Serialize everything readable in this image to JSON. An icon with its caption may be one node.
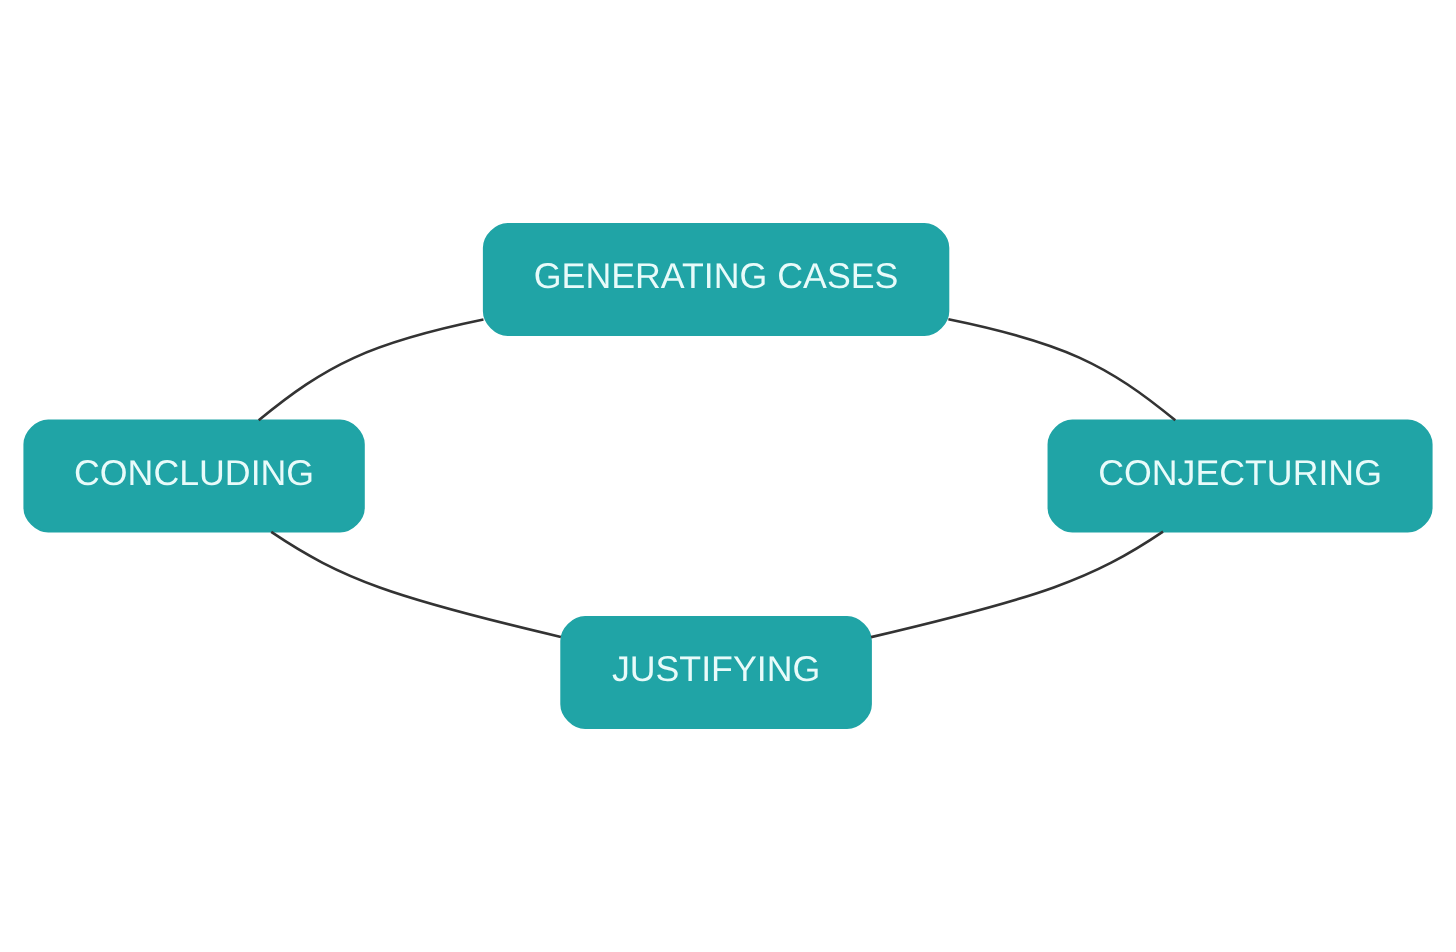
{
  "diagram": {
    "nodes": [
      {
        "text": [
          "GENERATING CASES"
        ]
      },
      {
        "text": [
          "CONJECTURING"
        ]
      },
      {
        "text": [
          "JUSTIFYING"
        ]
      },
      {
        "text": [
          "CONCLUDING"
        ]
      }
    ],
    "edges": [
      {
        "from": 0,
        "to": 1,
        "arrow": "none"
      },
      {
        "from": 1,
        "to": 2,
        "arrow": "none"
      },
      {
        "from": 2,
        "to": 3,
        "arrow": "none"
      },
      {
        "from": 3,
        "to": 0,
        "arrow": "none"
      }
    ]
  }
}
